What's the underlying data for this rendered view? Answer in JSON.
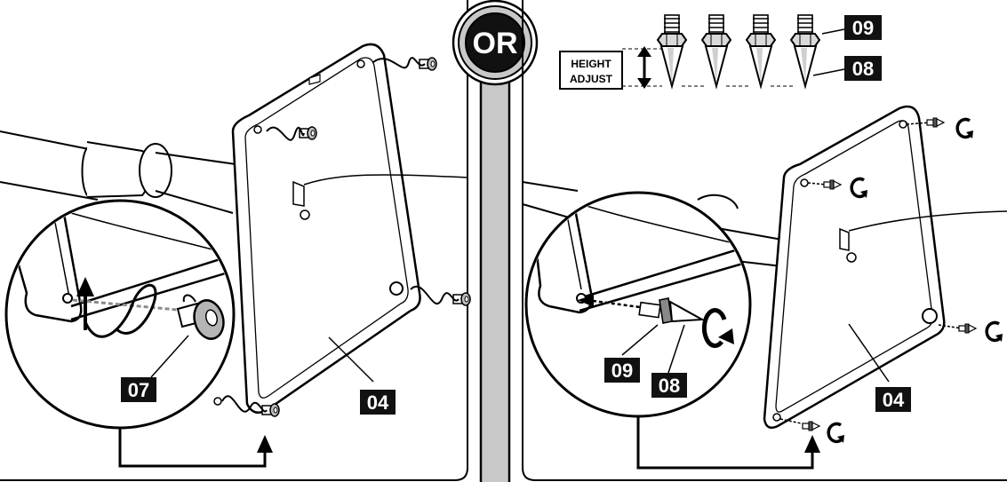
{
  "divider": {
    "or_label": "OR"
  },
  "labels": {
    "fastener": "07",
    "panel": "04",
    "spike": "08",
    "nut": "09",
    "height_adjust_line1": "HEIGHT",
    "height_adjust_line2": "ADJUST"
  },
  "colors": {
    "ink": "#000000",
    "paper": "#ffffff",
    "divider_fill": "#c8c8c8",
    "label_bg": "#111111"
  }
}
